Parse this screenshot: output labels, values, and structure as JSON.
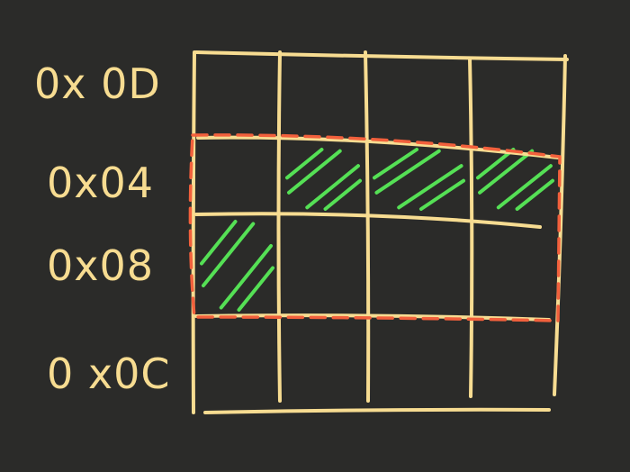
{
  "diagram": {
    "row_labels": [
      "0x 0D",
      "0x04",
      "0x08",
      "0 x0C"
    ],
    "grid": {
      "rows": 4,
      "columns": 4,
      "selected_row_range": [
        1,
        2
      ],
      "filled_cells": [
        {
          "row": 1,
          "col": 1
        },
        {
          "row": 1,
          "col": 2
        },
        {
          "row": 1,
          "col": 3
        },
        {
          "row": 2,
          "col": 0
        }
      ]
    },
    "colors": {
      "background": "#2b2b29",
      "grid_lines": "#f7dc91",
      "labels": "#f7dc91",
      "selection_outline": "#f2603c",
      "hatch_fill": "#55e055"
    }
  }
}
